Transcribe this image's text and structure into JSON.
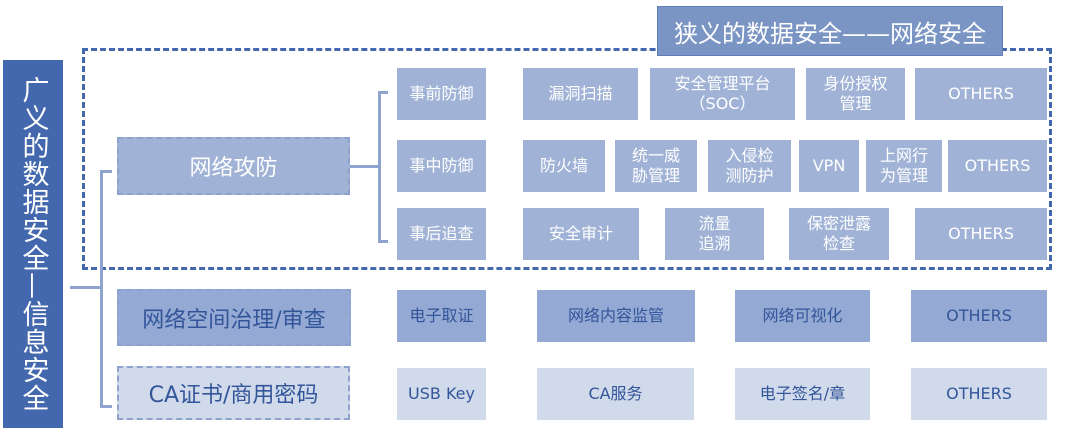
{
  "broad_label": "广义的数据安全—信息安全",
  "narrow_label": "狭义的数据安全——网络安全",
  "categories": [
    "网络攻防",
    "网络空间治理/审查",
    "CA证书/商用密码"
  ],
  "rows": [
    [
      "事前防御",
      "漏洞扫描",
      "安全管理平台（SOC）",
      "身份授权管理",
      "OTHERS"
    ],
    [
      "事中防御",
      "防火墙",
      "统一威胁管理",
      "入侵检测防护",
      "VPN",
      "上网行为管理",
      "OTHERS"
    ],
    [
      "事后追查",
      "安全审计",
      "流量追溯",
      "保密泄露检查",
      "OTHERS"
    ],
    [
      "电子取证",
      "网络内容监管",
      "网络可视化",
      "OTHERS"
    ],
    [
      "USB Key",
      "CA服务",
      "电子签名/章",
      "OTHERS"
    ]
  ]
}
